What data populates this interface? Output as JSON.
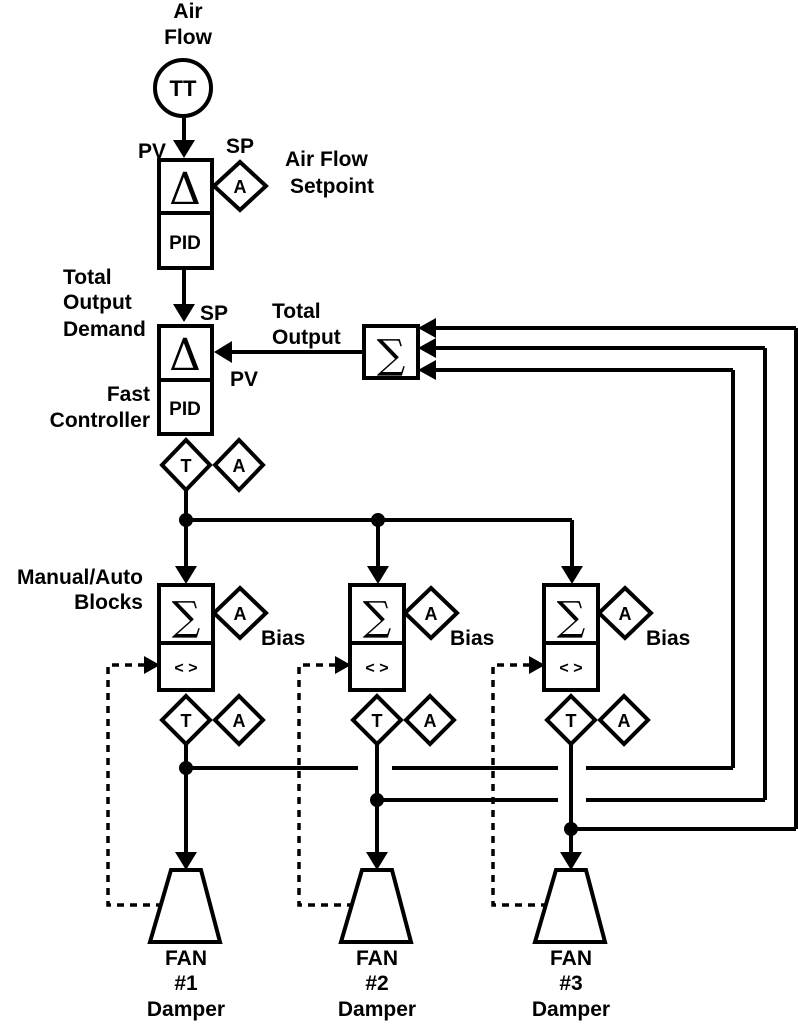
{
  "labels": {
    "air_flow_1": "Air",
    "air_flow_2": "Flow",
    "tt": "TT",
    "pv_top": "PV",
    "sp_top": "SP",
    "setpoint_1": "Air Flow",
    "setpoint_2": "Setpoint",
    "delta": "Δ",
    "pid": "PID",
    "sigma": "∑",
    "a": "A",
    "t": "T",
    "total_output_demand_1": "Total",
    "total_output_demand_2": "Output",
    "total_output_demand_3": "Demand",
    "sp_mid": "SP",
    "total_output_1": "Total",
    "total_output_2": "Output",
    "pv_mid": "PV",
    "fast_controller_1": "Fast",
    "fast_controller_2": "Controller",
    "manual_auto_1": "Manual/Auto",
    "manual_auto_2": "Blocks",
    "bias": "Bias",
    "auto_manual_switch": "< >"
  },
  "fans": [
    {
      "line1": "FAN",
      "line2": "#1",
      "line3": "Damper"
    },
    {
      "line1": "FAN",
      "line2": "#2",
      "line3": "Damper"
    },
    {
      "line1": "FAN",
      "line2": "#3",
      "line3": "Damper"
    }
  ]
}
